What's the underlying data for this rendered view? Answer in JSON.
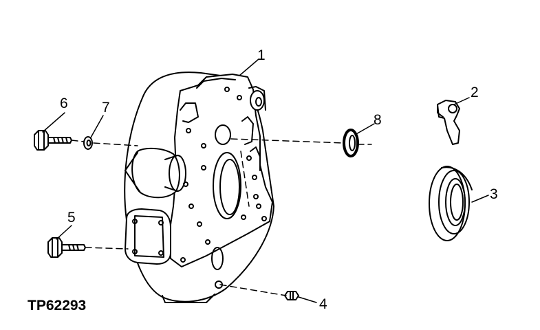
{
  "figure_id": "TP62293",
  "callouts": {
    "c1": "1",
    "c2": "2",
    "c3": "3",
    "c4": "4",
    "c5": "5",
    "c6": "6",
    "c7": "7",
    "c8": "8"
  }
}
